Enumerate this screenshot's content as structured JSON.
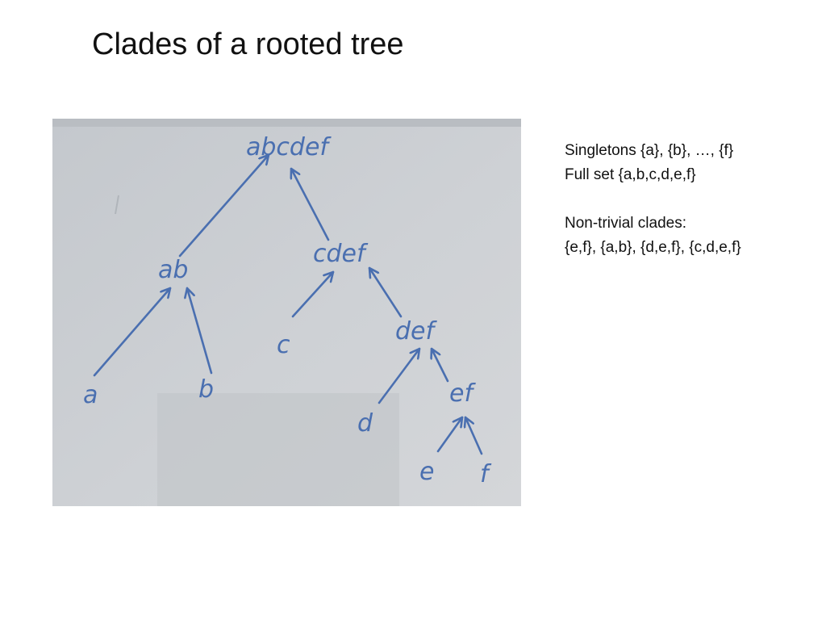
{
  "slide": {
    "title": "Clades of a rooted tree"
  },
  "tree": {
    "nodes": {
      "root": "abcdef",
      "ab": "ab",
      "cdef": "cdef",
      "def": "def",
      "ef": "ef",
      "a": "a",
      "b": "b",
      "c": "c",
      "d": "d",
      "e": "e",
      "f": "f"
    },
    "ink_color": "#4a6fb0",
    "board_color": "#c9ccd1"
  },
  "notes": {
    "singletons": "Singletons {a}, {b}, …, {f}",
    "full_set": "Full set {a,b,c,d,e,f}",
    "nontrivial_heading": "Non-trivial clades:",
    "nontrivial_list": "{e,f}, {a,b}, {d,e,f}, {c,d,e,f}"
  }
}
